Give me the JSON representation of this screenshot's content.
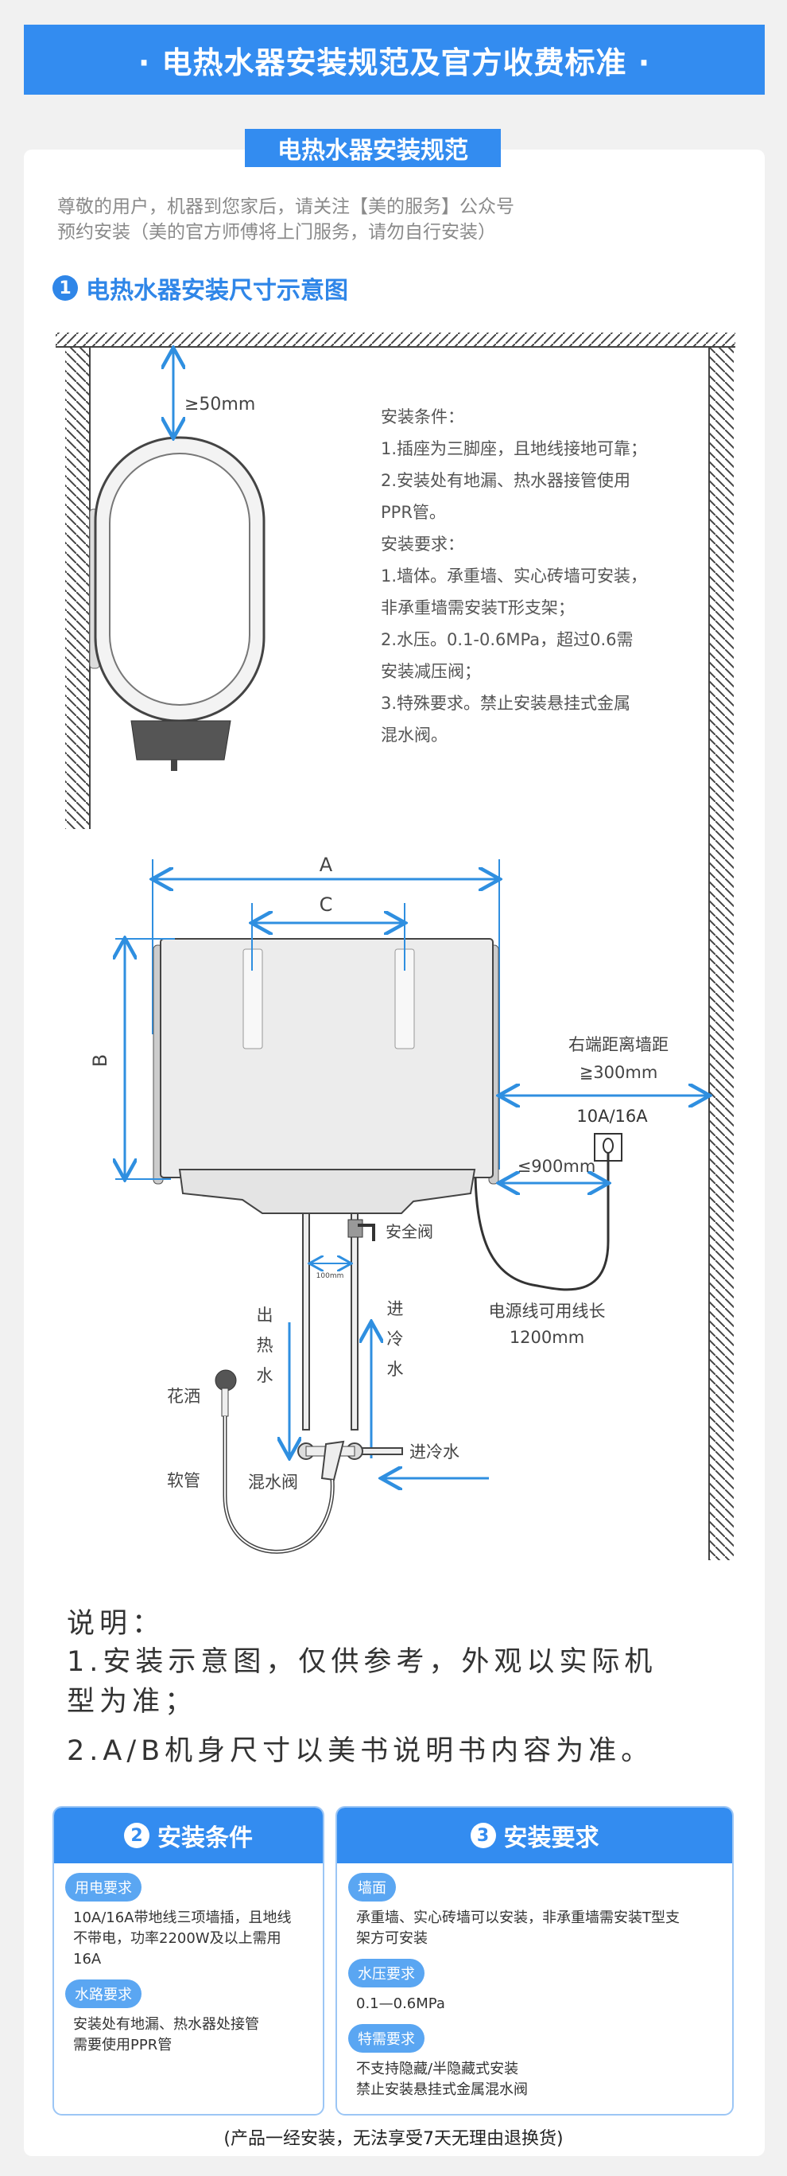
{
  "banner": {
    "title": "· 电热水器安装规范及官方收费标准 ·"
  },
  "section": {
    "tab": "电热水器安装规范",
    "intro": [
      "尊敬的用户，机器到您家后，请关注【美的服务】公众号",
      "预约安装（美的官方师傅将上门服务，请勿自行安装）"
    ],
    "heading_num": "1",
    "heading": "电热水器安装尺寸示意图"
  },
  "diagram": {
    "clearance_top": "≥50mm",
    "conditions": [
      "安装条件：",
      "1.插座为三脚座，且地线接地可靠；",
      "2.安装处有地漏、热水器接管使用",
      "PPR管。",
      "安装要求：",
      "1.墙体。承重墙、实心砖墙可安装，",
      "非承重墙需安装T形支架；",
      "2.水压。0.1-0.6MPa，超过0.6需",
      "安装减压阀；",
      "3.特殊要求。禁止安装悬挂式金属",
      "混水阀。"
    ],
    "dim_a": "A",
    "dim_b": "B",
    "dim_c": "C",
    "right_wall_label": "右端距离墙距",
    "right_wall_value": "≧300mm",
    "socket_label": "10A/16A",
    "socket_distance": "≤900mm",
    "cord_label": "电源线可用线长",
    "cord_value": "1200mm",
    "safety_valve": "安全阀",
    "pipe_gap": "100mm",
    "hot_out": [
      "出",
      "热",
      "水"
    ],
    "cold_in_vertical": [
      "进",
      "冷",
      "水"
    ],
    "cold_in": "进冷水",
    "mixing_valve": "混水阀",
    "shower": "花洒",
    "hose": "软管"
  },
  "notes": [
    "说明：",
    "1.安装示意图，仅供参考，外观以实际机",
    "型为准；",
    "2.A/B机身尺寸以美书说明书内容为准。"
  ],
  "boxes": [
    {
      "num": "2",
      "title": "安装条件",
      "items": [
        {
          "tag": "用电要求",
          "text": [
            "10A/16A带地线三项墙插，且地线",
            "不带电，功率2200W及以上需用16A"
          ]
        },
        {
          "tag": "水路要求",
          "text": [
            "安装处有地漏、热水器处接管",
            "需要使用PPR管"
          ]
        }
      ]
    },
    {
      "num": "3",
      "title": "安装要求",
      "items": [
        {
          "tag": "墙面",
          "text": [
            "承重墙、实心砖墙可以安装，非承重墙需安装T型支",
            "架方可安装"
          ]
        },
        {
          "tag": "水压要求",
          "text": [
            "0.1—0.6MPa"
          ]
        },
        {
          "tag": "特需要求",
          "text": [
            "不支持隐藏/半隐藏式安装",
            "禁止安装悬挂式金属混水阀"
          ]
        }
      ]
    }
  ],
  "footer": "(产品一经安装，无法享受7天无理由退换货)",
  "colors": {
    "accent": "#338cf0",
    "arrow": "#2f8fe0"
  }
}
